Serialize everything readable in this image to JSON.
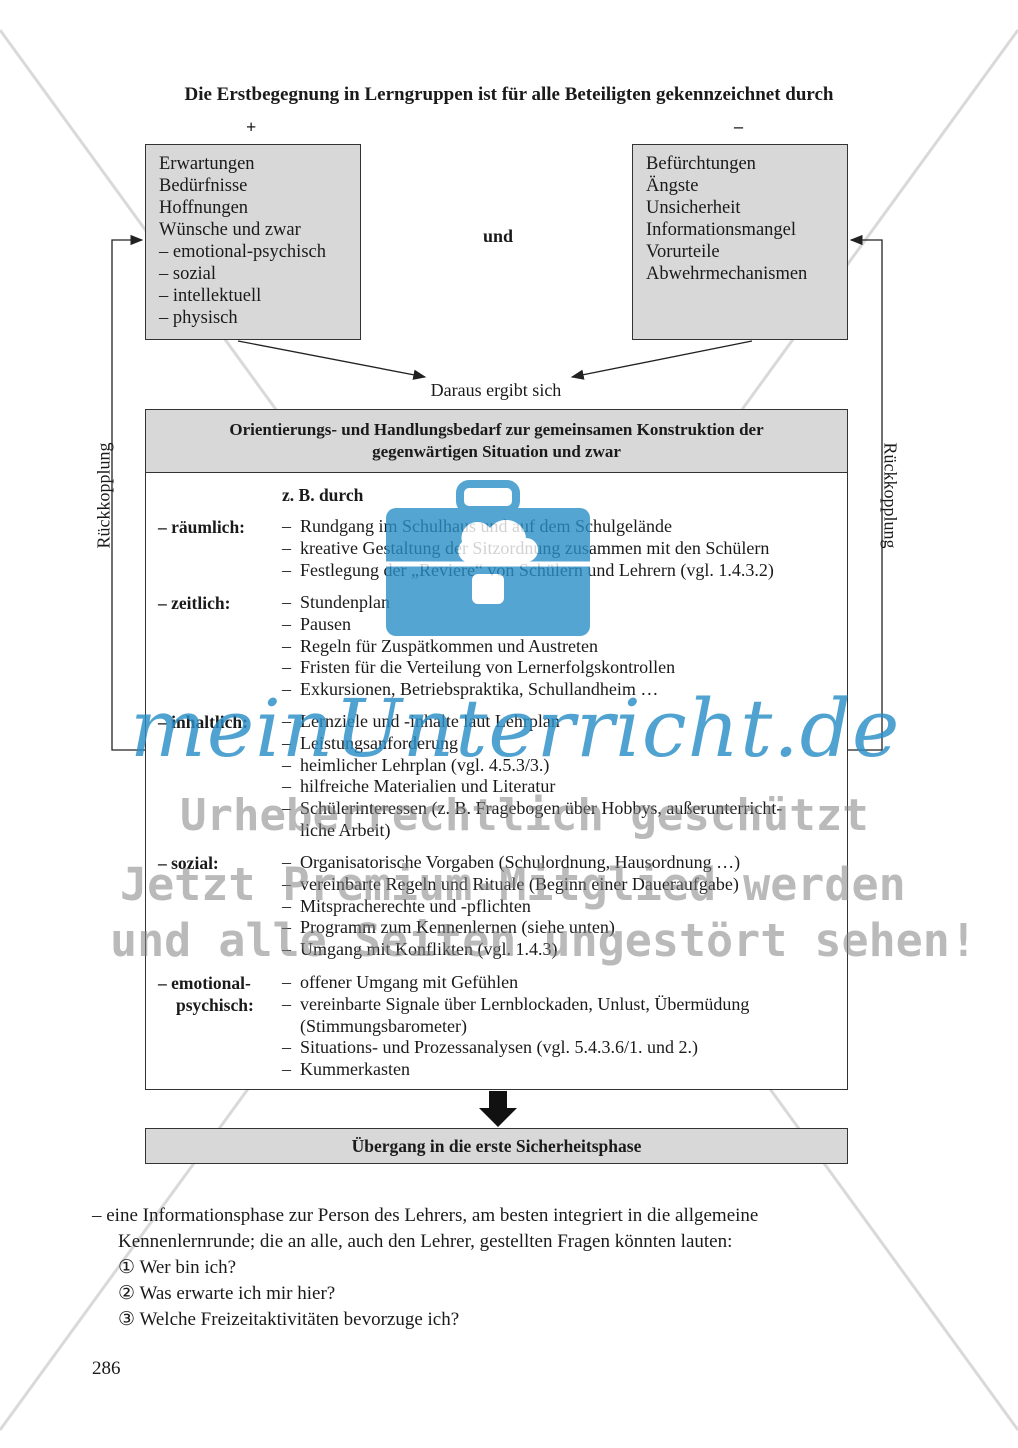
{
  "title": "Die Erstbegegnung in Lerngruppen ist für alle Beteiligten gekennzeichnet durch",
  "plus_sign": "+",
  "minus_sign": "–",
  "left_box": [
    "Erwartungen",
    "Bedürfnisse",
    "Hoffnungen",
    "Wünsche und zwar",
    "– emotional-psychisch",
    "– sozial",
    "– intellektuell",
    "– physisch"
  ],
  "right_box": [
    "Befürchtungen",
    "Ängste",
    "Unsicherheit",
    "Informationsmangel",
    "Vorurteile",
    "Abwehrmechanismen"
  ],
  "connector": "und",
  "result_label": "Daraus ergibt sich",
  "feedback_label": "Rückkopplung",
  "main_header": {
    "line1": "Orientierungs- und Handlungsbedarf zur gemeinsamen Konstruktion der",
    "line2": "gegenwärtigen Situation und zwar"
  },
  "example_label": "z. B. durch",
  "categories": [
    {
      "label": "– räumlich:",
      "items": [
        "Rundgang im Schulhaus und auf dem Schulgelände",
        "kreative Gestaltung der Sitzordnung zusammen mit den Schülern",
        "Festlegung der „Reviere“ von Schülern und Lehrern (vgl. 1.4.3.2)"
      ]
    },
    {
      "label": "– zeitlich:",
      "items": [
        "Stundenplan",
        "Pausen",
        "Regeln für Zuspätkommen und Austreten",
        "Fristen für die Verteilung von Lernerfolgskontrollen",
        "Exkursionen, Betriebspraktika, Schullandheim …"
      ]
    },
    {
      "label": "– inhaltlich:",
      "items": [
        "Lernziele und -inhalte laut Lehrplan",
        "Leistungsanforderung",
        "heimlicher Lehrplan (vgl. 4.5.3/3.)",
        "hilfreiche Materialien und Literatur",
        "Schülerinteressen (z. B. Fragebogen über Hobbys, außerunterricht-",
        "liche Arbeit)"
      ]
    },
    {
      "label": "– sozial:",
      "items": [
        "Organisatorische Vorgaben (Schulordnung, Hausordnung …)",
        "vereinbarte Regeln und Rituale (Beginn einer Daueraufgabe)",
        "Mitspracherechte und -pflichten",
        "Programm zum Kennenlernen (siehe unten)",
        "Umgang mit Konflikten (vgl. 1.4.3)"
      ]
    },
    {
      "label_line1": "– emotional-",
      "label_line2": "psychisch:",
      "items": [
        "offener Umgang mit Gefühlen",
        "vereinbarte Signale über Lernblockaden, Unlust, Übermüdung",
        "(Stimmungsbarometer)",
        "Situations- und Prozessanalysen (vgl. 5.4.3.6/1. und 2.)",
        "Kummerkasten"
      ]
    }
  ],
  "footer_box": "Übergang in die erste Sicherheitsphase",
  "bottom_text": {
    "line1": "– eine Informationsphase zur Person des Lehrers, am besten integriert in die allgemeine",
    "line2": "Kennenlernrunde; die an alle, auch den Lehrer, gestellten Fragen könnten lauten:",
    "questions": [
      "① Wer bin ich?",
      "② Was erwarte ich mir hier?",
      "③ Welche Freizeitaktivitäten bevorzuge ich?"
    ]
  },
  "page_number": "286",
  "watermark": {
    "brand": "meinUnterricht.de",
    "line1": "Urheberrechtlich geschützt",
    "line2": "Jetzt Premium-Mitglied werden",
    "line3": "und alle Seiten ungestört sehen!",
    "icon": "briefcase-cloud-icon",
    "color": "#2a8fc7"
  }
}
